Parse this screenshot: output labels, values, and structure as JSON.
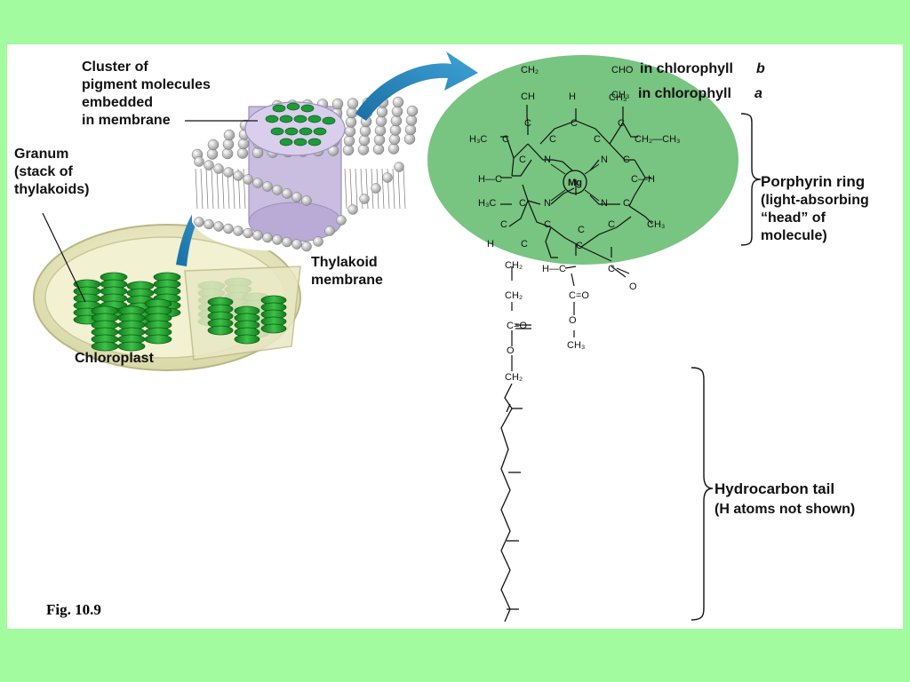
{
  "figure_label": "Fig. 10.9",
  "labels": {
    "cluster": [
      "Cluster of",
      "pigment molecules",
      "embedded",
      "in membrane"
    ],
    "granum": [
      "Granum",
      "(stack of",
      "thylakoids)"
    ],
    "chloroplast": "Chloroplast",
    "thylakoid_membrane": [
      "Thylakoid",
      "membrane"
    ],
    "chlorophyll_b_group": "CHO",
    "chlorophyll_b_text": "in chlorophyll",
    "chlorophyll_b_letter": "b",
    "chlorophyll_a_group": "CH₃",
    "chlorophyll_a_text": "in chlorophyll",
    "chlorophyll_a_letter": "a",
    "porphyrin": [
      "Porphyrin ring",
      "(light-absorbing",
      "“head” of",
      "molecule)"
    ],
    "hydrocarbon": [
      "Hydrocarbon tail",
      "(H atoms not shown)"
    ]
  },
  "atoms": {
    "mg": "Mg",
    "ch2": "CH₂",
    "ch": "CH",
    "h": "H",
    "ch3": "CH₃",
    "h3c": "H₃C",
    "c": "C",
    "n": "N",
    "o": "O",
    "ch2_ch3": "CH₂—CH₃",
    "c_h": "C—H",
    "h_c": "H—C",
    "c_eq_o": "C=O"
  },
  "colors": {
    "page_background": "#a2fb9f",
    "slide_background": "#ffffff",
    "head_circle": "#78c481",
    "arrow": "#2a83b4",
    "granum_green": "#1f9a2a",
    "membrane_lilac": "#c9bde0"
  }
}
